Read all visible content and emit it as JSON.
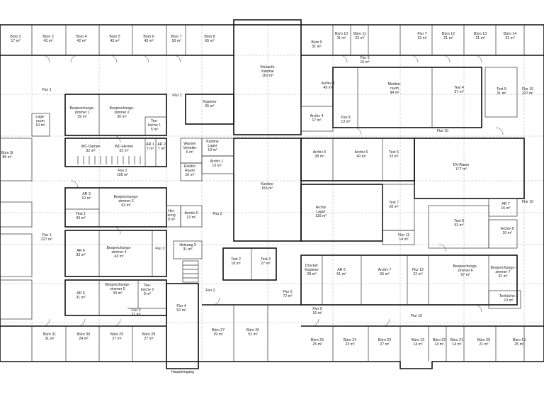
{
  "rooms": [
    {
      "id": "buero-2",
      "lines": [
        "Büro 2",
        "17 m²"
      ]
    },
    {
      "id": "buero-3",
      "lines": [
        "Büro 3",
        "43 m²"
      ]
    },
    {
      "id": "buero-4",
      "lines": [
        "Büro 4",
        "42 m²"
      ]
    },
    {
      "id": "buero-5",
      "lines": [
        "Büro 5",
        "43 m²"
      ]
    },
    {
      "id": "buero-6",
      "lines": [
        "Büro 6",
        "43 m²"
      ]
    },
    {
      "id": "buero-7",
      "lines": [
        "Büro 7",
        "18 m²"
      ]
    },
    {
      "id": "buero-8",
      "lines": [
        "Büro 8",
        "65 m²"
      ]
    },
    {
      "id": "verkaufskantine",
      "lines": [
        "Verkaufs-",
        "Kantine",
        "163 m²"
      ]
    },
    {
      "id": "buero-9",
      "lines": [
        "Büro 9",
        "31 m²"
      ]
    },
    {
      "id": "buero-10",
      "lines": [
        "Büro 10",
        "11 m²"
      ]
    },
    {
      "id": "buero-11",
      "lines": [
        "Büro 11",
        "22 m²"
      ]
    },
    {
      "id": "flur-7",
      "lines": [
        "Flur 7",
        "13 m²"
      ]
    },
    {
      "id": "buero-12",
      "lines": [
        "Büro 12",
        "21 m²"
      ]
    },
    {
      "id": "buero-13",
      "lines": [
        "Büro 13",
        "21 m²"
      ]
    },
    {
      "id": "buero-14",
      "lines": [
        "Büro 14",
        "21 m²"
      ]
    },
    {
      "id": "flur-6",
      "lines": [
        "Flur 6",
        "10 m²"
      ]
    },
    {
      "id": "flur-1-top",
      "lines": [
        "Flur 1"
      ]
    },
    {
      "id": "flur-1-mid",
      "lines": [
        "Flur 1"
      ]
    },
    {
      "id": "kopierer",
      "lines": [
        "Kopierer",
        "65 m²"
      ]
    },
    {
      "id": "archiv-3",
      "lines": [
        "Archiv 3",
        "49 m²"
      ]
    },
    {
      "id": "medienraum",
      "lines": [
        "Medien-",
        "raum",
        "94 m²"
      ]
    },
    {
      "id": "test-4",
      "lines": [
        "Test 4",
        "37 m²"
      ]
    },
    {
      "id": "test-5",
      "lines": [
        "Test 5",
        "31 m²"
      ]
    },
    {
      "id": "flur-10-right",
      "lines": [
        "Flur 10",
        "237 m²"
      ]
    },
    {
      "id": "besprechung-1",
      "lines": [
        "Besprechungs-",
        "zimmer 1",
        "39 m²"
      ]
    },
    {
      "id": "besprechung-2",
      "lines": [
        "Besprechungs-",
        "zimmer 2",
        "30 m²"
      ]
    },
    {
      "id": "lager",
      "lines": [
        "Lage-",
        "raum",
        "10 m²"
      ]
    },
    {
      "id": "teekueche-1",
      "lines": [
        "Tee-",
        "küche 1",
        "5 m²"
      ]
    },
    {
      "id": "archiv-4",
      "lines": [
        "Archiv 4",
        "17 m²"
      ]
    },
    {
      "id": "flur-8",
      "lines": [
        "Flur 8",
        "13 m²"
      ]
    },
    {
      "id": "flur-10-mid",
      "lines": [
        "Flur 10"
      ]
    },
    {
      "id": "wc-damen",
      "lines": [
        "WC-Damen",
        "32 m²"
      ]
    },
    {
      "id": "wc-herren",
      "lines": [
        "WC-Herren",
        "32 m²"
      ]
    },
    {
      "id": "ar-1",
      "lines": [
        "AR 1",
        "7 m²"
      ]
    },
    {
      "id": "ar-2",
      "lines": [
        "AR 2",
        "7 m²"
      ]
    },
    {
      "id": "wasser",
      "lines": [
        "Wasser",
        "Verteiler",
        "6 m²"
      ]
    },
    {
      "id": "kantine-lager",
      "lines": [
        "Kantine",
        "Lager",
        "13 m²"
      ]
    },
    {
      "id": "archiv-1",
      "lines": [
        "Archiv 1",
        "13 m²"
      ]
    },
    {
      "id": "elektro",
      "lines": [
        "Elektro",
        "Raum",
        "10 m²"
      ]
    },
    {
      "id": "buero-3x",
      "lines": [
        "Büro 3t",
        "85 m²"
      ]
    },
    {
      "id": "archiv-5",
      "lines": [
        "Archiv 5",
        "38 m²"
      ]
    },
    {
      "id": "archiv-6",
      "lines": [
        "Archiv 6",
        "40 m²"
      ]
    },
    {
      "id": "test-6",
      "lines": [
        "Test 6",
        "23 m²"
      ]
    },
    {
      "id": "dv-raum",
      "lines": [
        "DV-Raum",
        "177 m²"
      ]
    },
    {
      "id": "flur-2-top",
      "lines": [
        "Flur 2",
        "195 m²"
      ]
    },
    {
      "id": "kantine",
      "lines": [
        "Kantine",
        "156 m²"
      ]
    },
    {
      "id": "ar-3",
      "lines": [
        "AR 3",
        "10 m²"
      ]
    },
    {
      "id": "besprechung-3",
      "lines": [
        "Besprechungs-",
        "zimmer 3",
        "63 m²"
      ]
    },
    {
      "id": "heizung",
      "lines": [
        "Hei-",
        "zung",
        "9 m²"
      ]
    },
    {
      "id": "archiv-2",
      "lines": [
        "Archiv 2",
        "13 m²"
      ]
    },
    {
      "id": "flur-2-mid",
      "lines": [
        "Flur 2"
      ]
    },
    {
      "id": "archiv-lager",
      "lines": [
        "Archiv",
        "Lager",
        "116 m²"
      ]
    },
    {
      "id": "test-7",
      "lines": [
        "Test 7",
        "28 m²"
      ]
    },
    {
      "id": "flur-10-east",
      "lines": [
        "Flur 10"
      ]
    },
    {
      "id": "ar-7",
      "lines": [
        "AR 7",
        "16 m²"
      ]
    },
    {
      "id": "test-1",
      "lines": [
        "Test 1",
        "43 m²"
      ]
    },
    {
      "id": "test-8",
      "lines": [
        "Test 8",
        "53 m²"
      ]
    },
    {
      "id": "archiv-8",
      "lines": [
        "Archiv 8",
        "16 m²"
      ]
    },
    {
      "id": "flur-1-big",
      "lines": [
        "Flur 1",
        "227 m²"
      ]
    },
    {
      "id": "flur-11",
      "lines": [
        "Flur 11",
        "14 m²"
      ]
    },
    {
      "id": "ar-4",
      "lines": [
        "AR 4",
        "33 m²"
      ]
    },
    {
      "id": "besprechung-4",
      "lines": [
        "Besprechungs-",
        "zimmer 4",
        "43 m²"
      ]
    },
    {
      "id": "flur-2-side",
      "lines": [
        "Flur 2"
      ]
    },
    {
      "id": "heizung-2",
      "lines": [
        "Heizung 2",
        "31 m²"
      ]
    },
    {
      "id": "test-2",
      "lines": [
        "Test 2",
        "18 m²"
      ]
    },
    {
      "id": "test-3",
      "lines": [
        "Test 3",
        "27 m²"
      ]
    },
    {
      "id": "drucker",
      "lines": [
        "Drucker",
        "Kopierer",
        "28 m²"
      ]
    },
    {
      "id": "ar-6",
      "lines": [
        "AR 6",
        "51 m²"
      ]
    },
    {
      "id": "archiv-7",
      "lines": [
        "Archiv 7",
        "56 m²"
      ]
    },
    {
      "id": "flur-12",
      "lines": [
        "Flur 12",
        "22 m²"
      ]
    },
    {
      "id": "besprechung-6",
      "lines": [
        "Besprechungs-",
        "zimmer 6",
        "97 m²"
      ]
    },
    {
      "id": "besprechung-7",
      "lines": [
        "Besprechungs-",
        "zimmer 7",
        "32 m²"
      ]
    },
    {
      "id": "ar-5",
      "lines": [
        "AR 5",
        "31 m²"
      ]
    },
    {
      "id": "besprechung-5",
      "lines": [
        "Besprechungs-",
        "zimmer 5",
        "33 m²"
      ]
    },
    {
      "id": "teekueche-2",
      "lines": [
        "Tee-",
        "küche 2",
        "9 m²"
      ]
    },
    {
      "id": "flur-2-low",
      "lines": [
        "Flur 2"
      ]
    },
    {
      "id": "flur-5",
      "lines": [
        "Flur 5",
        "72 m²"
      ]
    },
    {
      "id": "flur-9",
      "lines": [
        "Flur 9",
        "16 m²"
      ]
    },
    {
      "id": "teekueche-3",
      "lines": [
        "Teeküche 3",
        "13 m²"
      ]
    },
    {
      "id": "flur-3",
      "lines": [
        "Flur 3",
        "21 m²"
      ]
    },
    {
      "id": "flur-4",
      "lines": [
        "Flur 4",
        "52 m²"
      ]
    },
    {
      "id": "flur-10-bottom",
      "lines": [
        "Flur 10"
      ]
    },
    {
      "id": "buero-31",
      "lines": [
        "Büro 31",
        "31 m²"
      ]
    },
    {
      "id": "buero-30",
      "lines": [
        "Büro 30",
        "24 m²"
      ]
    },
    {
      "id": "buero-29",
      "lines": [
        "Büro 29",
        "27 m²"
      ]
    },
    {
      "id": "buero-28",
      "lines": [
        "Büro 28",
        "27 m²"
      ]
    },
    {
      "id": "buero-27",
      "lines": [
        "Büro 27",
        "39 m²"
      ]
    },
    {
      "id": "buero-26",
      "lines": [
        "Büro 26",
        "52 m²"
      ]
    },
    {
      "id": "buero-25",
      "lines": [
        "Büro 25",
        "25 m²"
      ]
    },
    {
      "id": "buero-24",
      "lines": [
        "Büro 24",
        "23 m²"
      ]
    },
    {
      "id": "buero-23",
      "lines": [
        "Büro 23",
        "27 m²"
      ]
    },
    {
      "id": "buero-13b",
      "lines": [
        "Büro 13",
        "14 m²"
      ]
    },
    {
      "id": "buero-22",
      "lines": [
        "Büro 22",
        "14 m²"
      ]
    },
    {
      "id": "buero-21",
      "lines": [
        "Büro 21",
        "14 m²"
      ]
    },
    {
      "id": "buero-20",
      "lines": [
        "Büro 20",
        "21 m²"
      ]
    },
    {
      "id": "buero-19",
      "lines": [
        "Büro 19",
        "25 m²"
      ]
    },
    {
      "id": "haupteingang",
      "lines": [
        "Haupteingang"
      ]
    }
  ]
}
